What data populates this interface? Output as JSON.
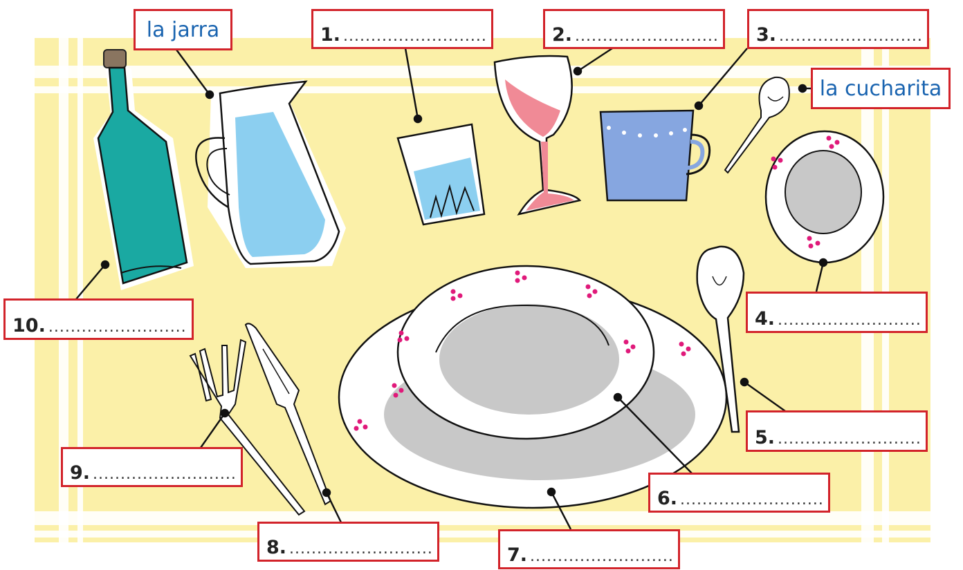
{
  "exercise": {
    "given_labels": {
      "jarra": "la jarra",
      "cucharita": "la cucharita"
    },
    "blank": "..............................",
    "items": [
      {
        "number": "1."
      },
      {
        "number": "2."
      },
      {
        "number": "3."
      },
      {
        "number": "4."
      },
      {
        "number": "5."
      },
      {
        "number": "6."
      },
      {
        "number": "7."
      },
      {
        "number": "8."
      },
      {
        "number": "9."
      },
      {
        "number": "10."
      }
    ]
  },
  "colors": {
    "tablecloth": "#fbf0a8",
    "stripe": "#ffffff",
    "label_border": "#d2232a",
    "given_text": "#1a64b0",
    "bottle": "#1aa9a2",
    "water": "#8ccff0",
    "wine": "#f08a96",
    "cup": "#86a6e0",
    "plate_well": "#c8c8c8",
    "dots": "#e0197a"
  },
  "icons": [
    "bottle-icon",
    "jug-icon",
    "glass-icon",
    "wine-glass-icon",
    "cup-icon",
    "teaspoon-icon",
    "saucer-icon",
    "spoon-icon",
    "soup-plate-icon",
    "flat-plate-icon",
    "fork-icon",
    "knife-icon"
  ]
}
